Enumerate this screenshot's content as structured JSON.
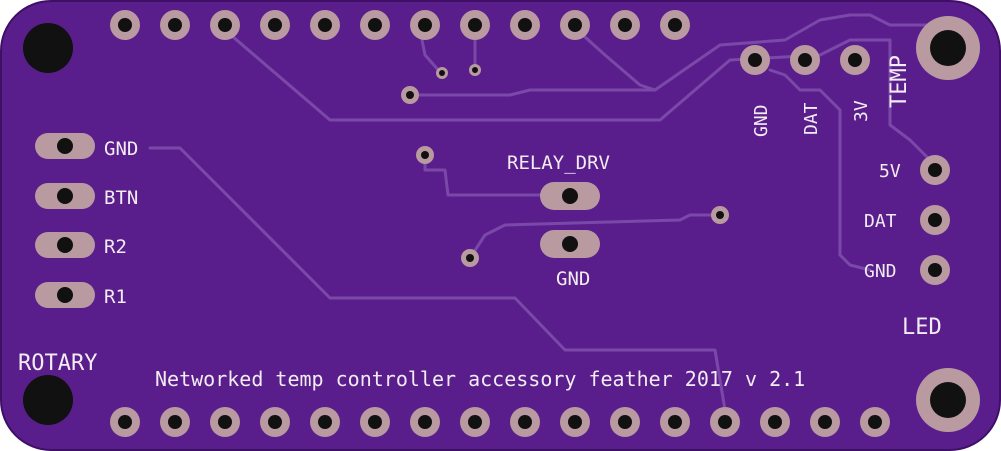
{
  "board": {
    "title": "Networked temp controller accessory feather 2017 v 2.1",
    "colors": {
      "board": "#5a1e8c",
      "board_edge": "#3f0f66",
      "trace": "#7a48a8",
      "pad": "#b89aa0",
      "hole": "#111111",
      "silk": "#f1ecf2"
    }
  },
  "labels": {
    "rotary": "ROTARY",
    "rotary_pins": [
      "GND",
      "BTN",
      "R2",
      "R1"
    ],
    "relay_drv": "RELAY_DRV",
    "relay_gnd": "GND",
    "temp": "TEMP",
    "temp_pins": [
      "GND",
      "DAT",
      "3V"
    ],
    "led": "LED",
    "led_pins": [
      "5V",
      "DAT",
      "GND"
    ]
  },
  "headers": {
    "top_pin_count": 12,
    "bottom_pin_count": 16
  }
}
